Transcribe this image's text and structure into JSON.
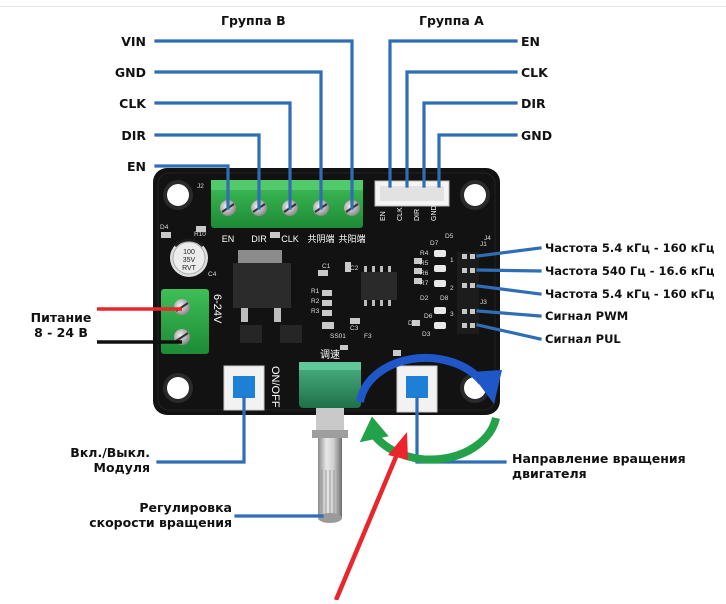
{
  "groups": {
    "b": "Группа В",
    "a": "Группа А"
  },
  "group_b_pins": [
    "VIN",
    "GND",
    "CLK",
    "DIR",
    "EN"
  ],
  "group_a_pins": [
    "EN",
    "CLK",
    "DIR",
    "GND"
  ],
  "right_labels": [
    "Частота 5.4 кГц - 160 кГц",
    "Частота 540 Гц - 16.6 кГц",
    "Частота 5.4 кГц - 160 кГц",
    "Сигнал PWM",
    "Сигнал PUL"
  ],
  "power": {
    "line1": "Питание",
    "line2": "8 - 24 В"
  },
  "onoff": {
    "line1": "Вкл./Выкл.",
    "line2": "Модуля"
  },
  "speed": {
    "line1": "Регулировка",
    "line2": "скорости вращения"
  },
  "direction": {
    "line1": "Направление вращения",
    "line2": "двигателя"
  },
  "board": {
    "terminal_b_labels": [
      "EN",
      "DIR",
      "CLK",
      "共阴端",
      "共阳端"
    ],
    "header_a_labels": [
      "EN",
      "CLK",
      "DIR",
      "GND"
    ],
    "power_text": "6-24V",
    "onoff_text": "ON/OFF",
    "speed_text": "调速",
    "cap_text": [
      "100",
      "35V",
      "RVT"
    ],
    "ref_labels": [
      "J2",
      "R10",
      "D4",
      "C4",
      "C1",
      "R1",
      "R2",
      "R3",
      "R4",
      "R5",
      "R6",
      "R7",
      "C2",
      "C3",
      "D1",
      "D2",
      "D3",
      "D5",
      "D6",
      "D7",
      "D8",
      "J1",
      "J3",
      "J4",
      "F3",
      "SS01"
    ],
    "pin_numbers": [
      "1",
      "2",
      "3"
    ]
  },
  "colors": {
    "line": "#2f6db5",
    "board": "#121212",
    "green": "#2fa148",
    "blue_btn": "#1e7fd6",
    "red": "#e8262b",
    "arrow_blue": "#1f56c8",
    "arrow_green": "#23a24a"
  }
}
